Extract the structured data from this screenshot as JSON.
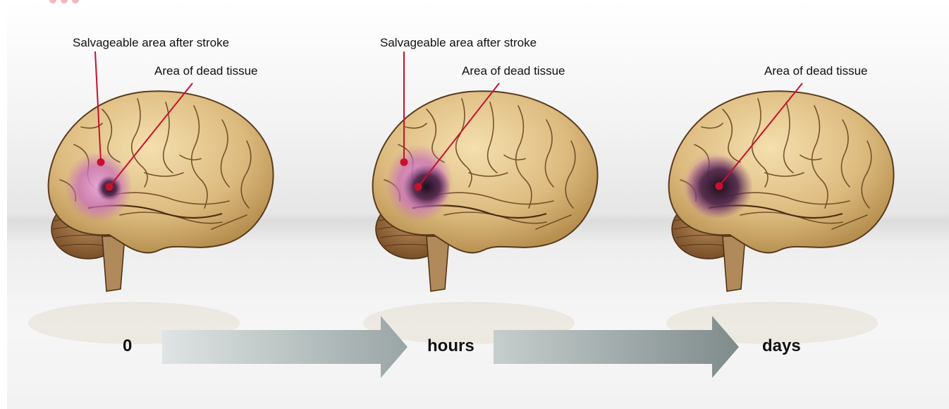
{
  "panels": [
    {
      "id": "0",
      "salvageable_label": "Salvageable area after stroke",
      "dead_tissue_label": "Area of dead tissue",
      "stage_label": "0"
    },
    {
      "id": "hours",
      "salvageable_label": "Salvageable area after stroke",
      "dead_tissue_label": "Area of dead tissue",
      "stage_label": "hours"
    },
    {
      "id": "days",
      "salvageable_label": "",
      "dead_tissue_label": "Area of dead tissue",
      "stage_label": "days"
    }
  ],
  "colors": {
    "leader_line": "#c8102e",
    "brain_fill": "#d9b77c",
    "brain_outline": "#5a3b1c",
    "cerebellum": "#9a6a3a",
    "salvageable": "#cf7fc4",
    "dead_tissue": "#2e1a2e",
    "arrow": "#a9b2b2"
  }
}
